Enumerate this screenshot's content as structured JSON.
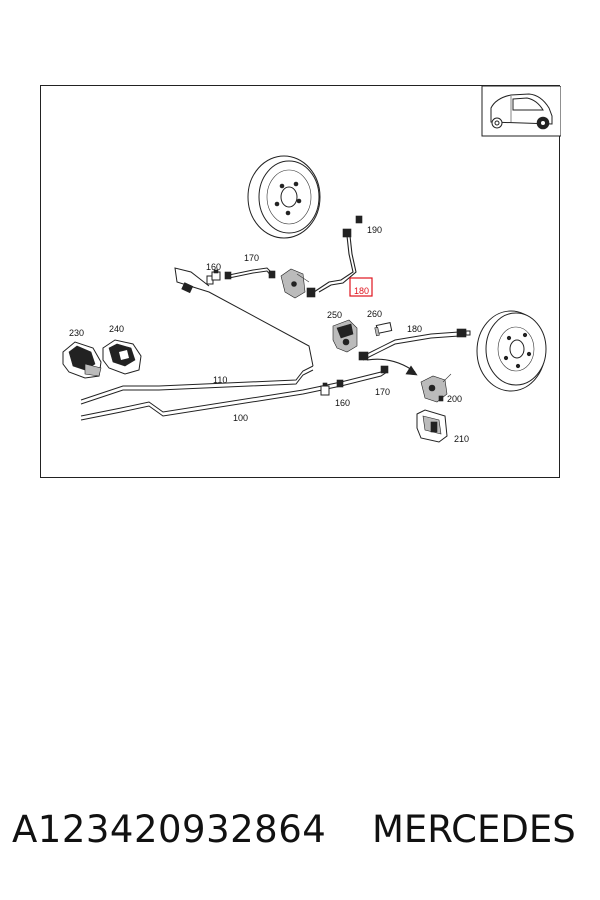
{
  "diagram": {
    "labels": {
      "p190": "190",
      "p160_top": "160",
      "p170_top": "170",
      "p180_highlight": "180",
      "p250": "250",
      "p260": "260",
      "p180_right": "180",
      "p230": "230",
      "p240": "240",
      "p110": "110",
      "p100": "100",
      "p160_bottom": "160",
      "p170_bottom": "170",
      "p200": "200",
      "p210": "210"
    },
    "highlighted_part": "180",
    "highlight_color": "#e0141e",
    "vehicle_icon": "rear-wheel-car-icon"
  },
  "footer": {
    "part_number": "A123420932864",
    "brand": "MERCEDES"
  }
}
